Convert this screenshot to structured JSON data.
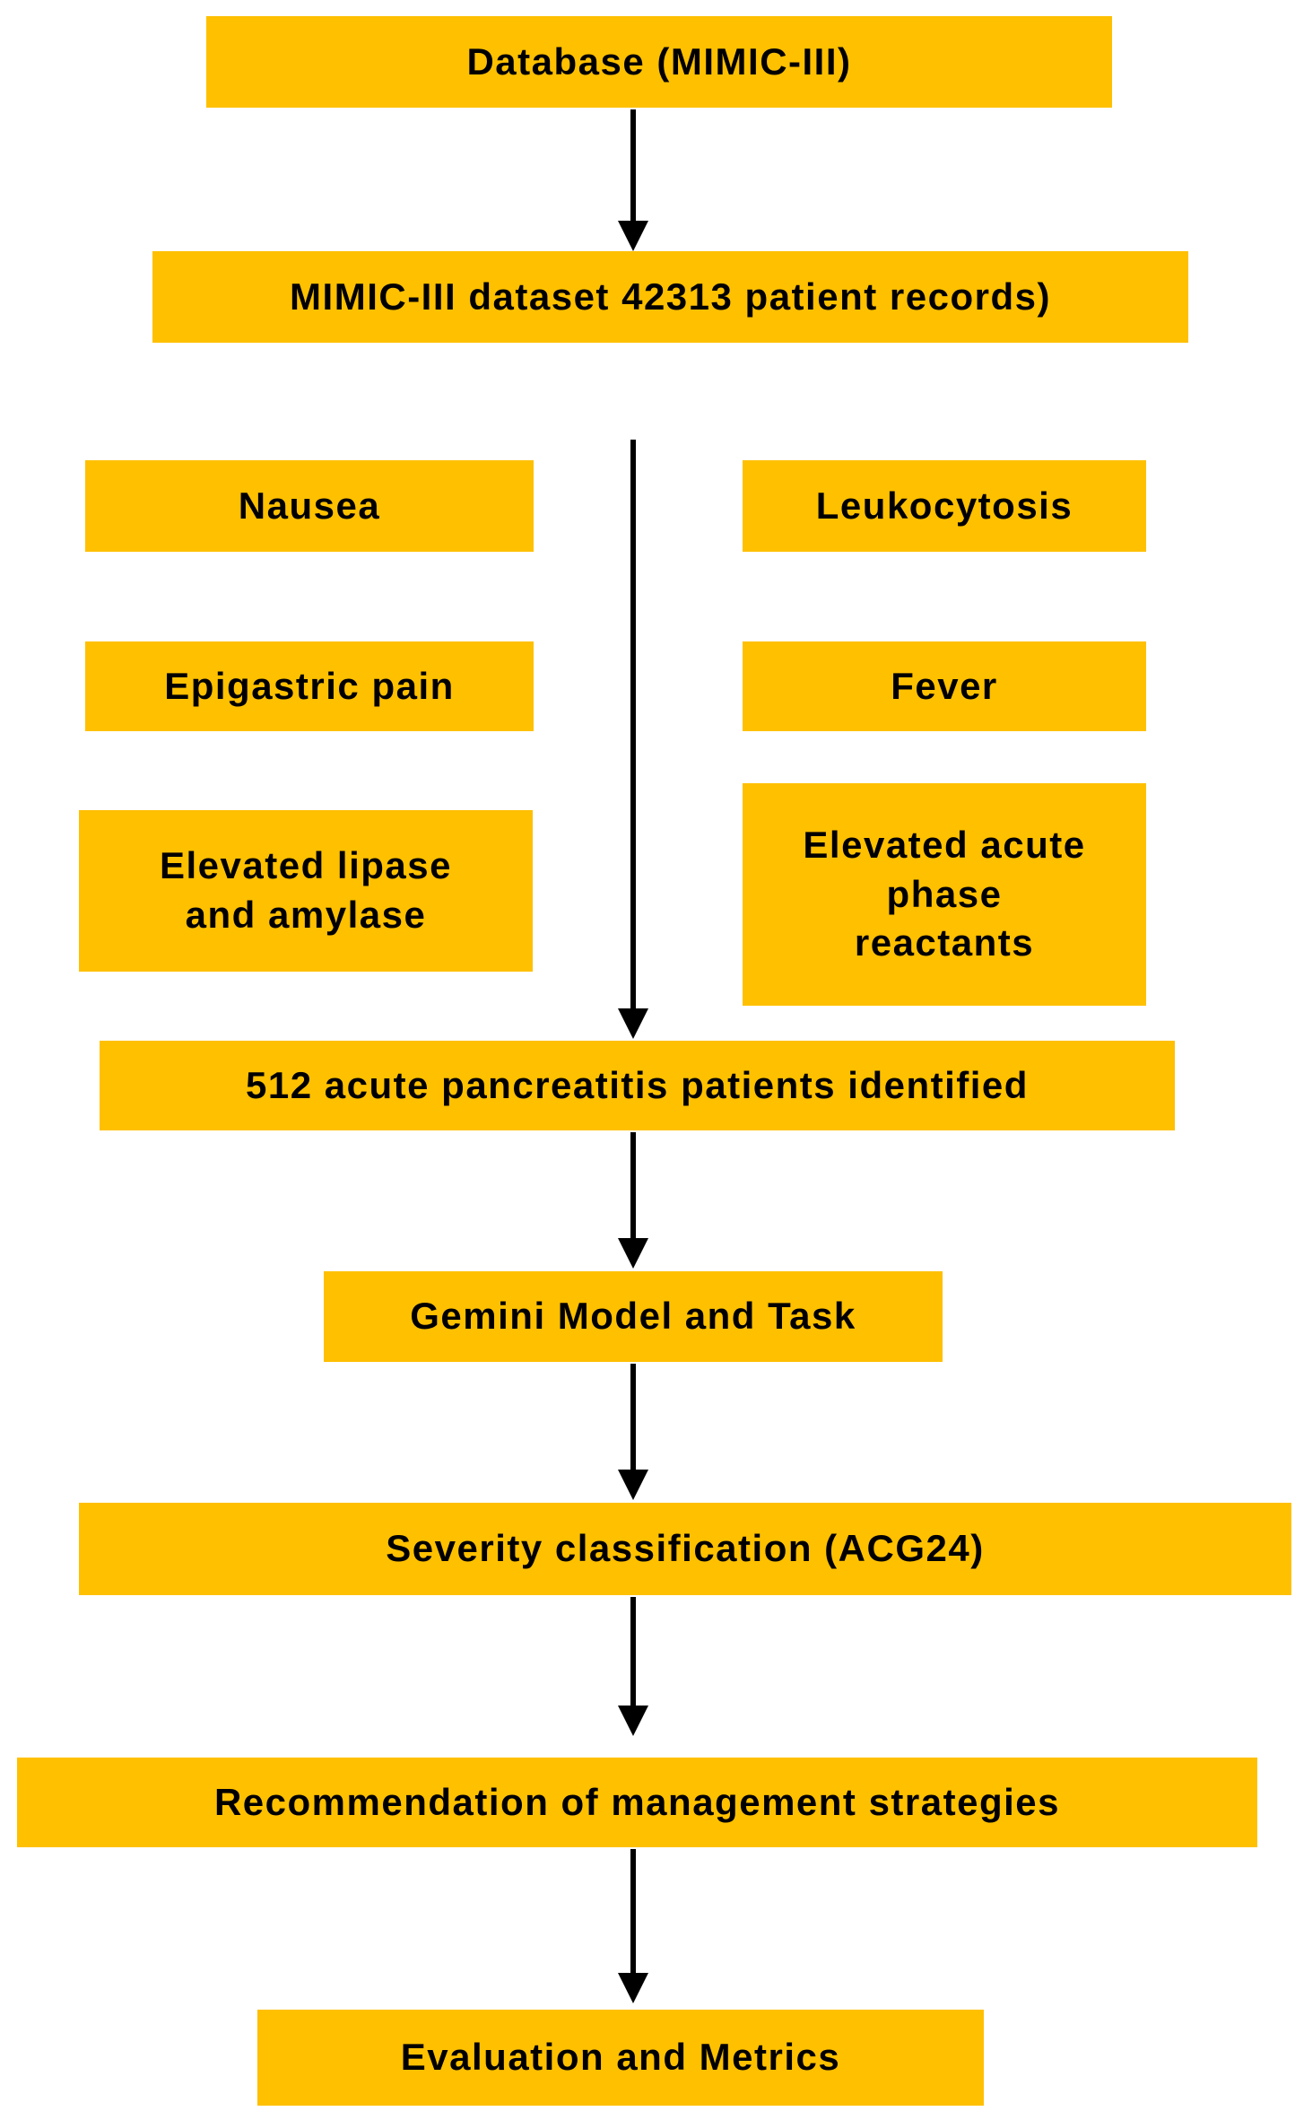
{
  "diagram": {
    "type": "flowchart",
    "colors": {
      "box_fill": "#FFC000",
      "arrow": "#000000",
      "text": "#000000"
    },
    "nodes": {
      "database": "Database (MIMIC-III)",
      "dataset": "MIMIC-III dataset 42313 patient records)",
      "nausea": "Nausea",
      "leukocytosis": "Leukocytosis",
      "epigastric": "Epigastric pain",
      "fever": "Fever",
      "lipase": "Elevated lipase\nand amylase",
      "acute_phase": "Elevated acute\nphase\nreactants",
      "identified": "512 acute pancreatitis patients identified",
      "gemini": "Gemini Model and Task",
      "severity": "Severity classification (ACG24)",
      "recommendation": "Recommendation of management strategies",
      "evaluation": "Evaluation and Metrics"
    }
  }
}
